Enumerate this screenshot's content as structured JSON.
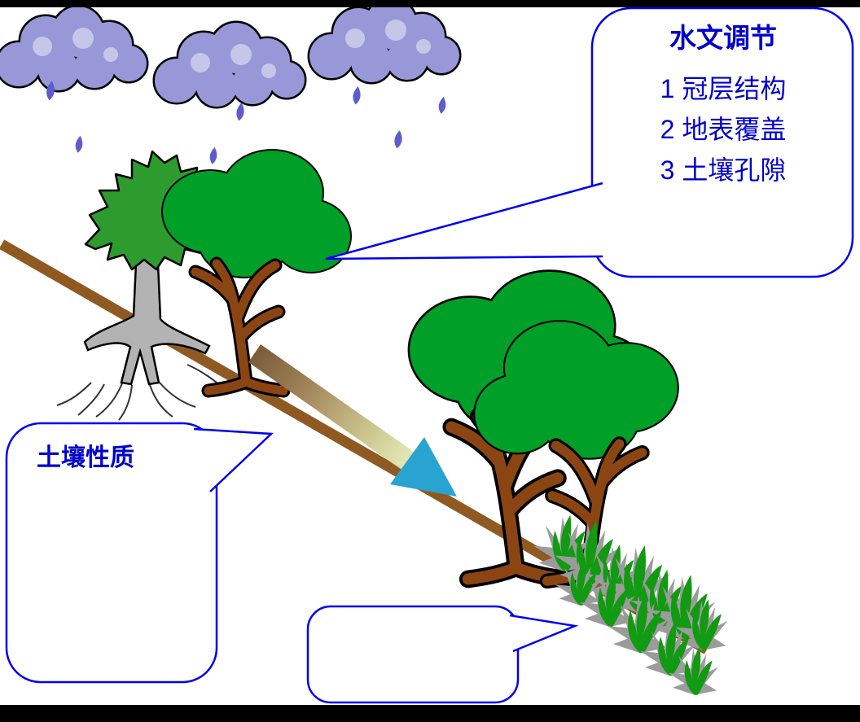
{
  "callouts": {
    "hydrology": {
      "title": "水文调节",
      "items": [
        "1 冠层结构",
        "2 地表覆盖",
        "3 土壤孔隙"
      ]
    },
    "soil": {
      "title": "土壤性质"
    },
    "bottom": {
      "title": ""
    }
  },
  "colors": {
    "callout_border": "#0000ee",
    "text_blue": "#0000cc",
    "cloud_fill": "#9898d8",
    "rain_blue": "#5c5ccc",
    "slope_brown": "#8f5a22",
    "canopy_green": "#00a028",
    "trunk_brown": "#8b4513",
    "conifer_green": "#2e9b2e",
    "conifer_trunk_gray": "#b3b3b3",
    "arrow_cyan": "#29a3d0",
    "grass_green": "#129a12",
    "grass_gray": "#9b9b9b",
    "frame_black": "#000000"
  }
}
